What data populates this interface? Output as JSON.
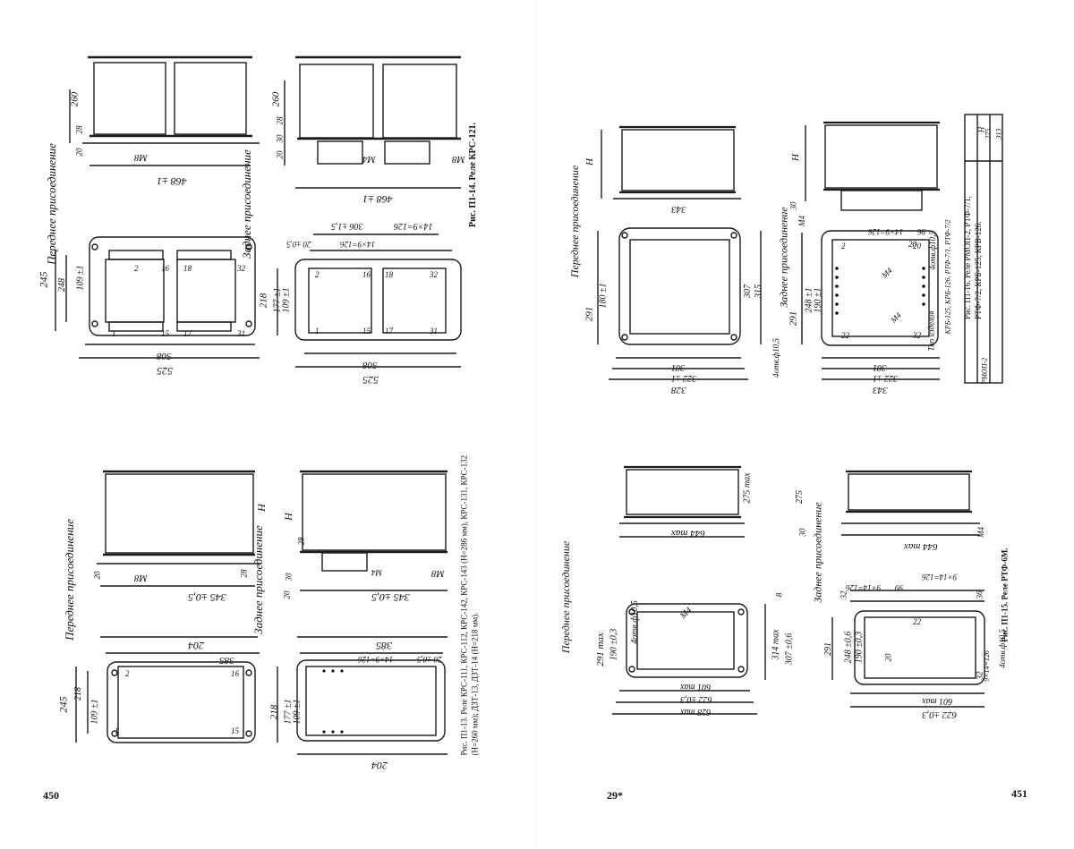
{
  "left_page": {
    "page_number": "450",
    "fig_14": {
      "caption": "Рис. П1-14. Реле КРС-121.",
      "front_title": "Переднее присоединение",
      "rear_title": "Заднее присоединение",
      "dims": [
        "260",
        "28",
        "20",
        "М8",
        "468 ±1",
        "260",
        "28",
        "30",
        "20",
        "М4",
        "М8",
        "468 ±1",
        "245",
        "248",
        "109 ±1",
        "525",
        "508",
        "218",
        "177 ±1",
        "109 ±1",
        "525",
        "508",
        "306 ±1,5",
        "14×9=126",
        "14×9=126",
        "20 ±0,5"
      ],
      "pins": [
        "2",
        "16",
        "18",
        "32",
        "1",
        "15",
        "17",
        "31",
        "2",
        "16",
        "18",
        "32",
        "1",
        "15",
        "17",
        "31"
      ]
    },
    "fig_13": {
      "caption": "Рис. П1-13. Реле КРС-111, КРС-112, КРС-142, КРС-143 (Н=286 мм), КРС-131, КРС-132 (Н=260 мм); ДЗТ-13, ДЗТ-14 (Н=218 мм).",
      "front_title": "Переднее присоединение",
      "rear_title": "Заднее присоединение",
      "dims": [
        "H",
        "20",
        "28",
        "М8",
        "345 ±0,5",
        "H",
        "28",
        "30",
        "20",
        "М4",
        "М8",
        "345 ±0,5",
        "245",
        "218",
        "109 ±1",
        "204",
        "385",
        "218",
        "177 ±1",
        "109 ±1",
        "385",
        "204",
        "14×9=126",
        "20 ±0,5"
      ],
      "pins": [
        "2",
        "16",
        "1",
        "15"
      ]
    }
  },
  "right_page": {
    "page_number": "451",
    "signature": "29*",
    "fig_16": {
      "caption": "Рис. П1-16. Реле РМОП-2, РТФ-7/1, РТФ-7/2, КРБ-125, КРВ-126.",
      "front_title": "Переднее присоединение",
      "rear_title": "Заднее присоединение",
      "dims": [
        "H",
        "343",
        "H",
        "30",
        "М4",
        "291",
        "180 ±1",
        "301",
        "322 ±1",
        "328",
        "315",
        "307",
        "4отв.ф10,5",
        "4отв.ф10,5",
        "291",
        "248 ±1",
        "190 ±1",
        "301",
        "322 ±1",
        "343",
        "14×9=126",
        "96",
        "20",
        "М4",
        "М4"
      ],
      "pins": [
        "2",
        "20",
        "22",
        "32"
      ],
      "table": {
        "headers": [
          "Тип изделия",
          "H"
        ],
        "rows": [
          [
            "КРБ-125, КРБ-126, РТФ-7/1, РТФ-7/2",
            "275"
          ],
          [
            "РМОП-2",
            "313"
          ]
        ]
      }
    },
    "fig_15": {
      "caption": "Рис. П1-15. Реле РТФ-6М.",
      "front_title": "Переднее присоединение",
      "rear_title": "Заднее присоединение",
      "dims": [
        "275 max",
        "644 max",
        "275",
        "30",
        "644 max",
        "М4",
        "291 max",
        "190 ±0,3",
        "4отв.ф10,5",
        "М4",
        "601 max",
        "622 ±0,3",
        "628 max",
        "314 max",
        "307 ±0,6",
        "8",
        "9×14=126",
        "99",
        "9×14=126",
        "32",
        "36",
        "32",
        "20",
        "22",
        "291",
        "248 ±0,6",
        "190 ±0,3",
        "601 max",
        "622 ±0,3",
        "4отв.ф10,5",
        "9×14=126"
      ]
    }
  }
}
